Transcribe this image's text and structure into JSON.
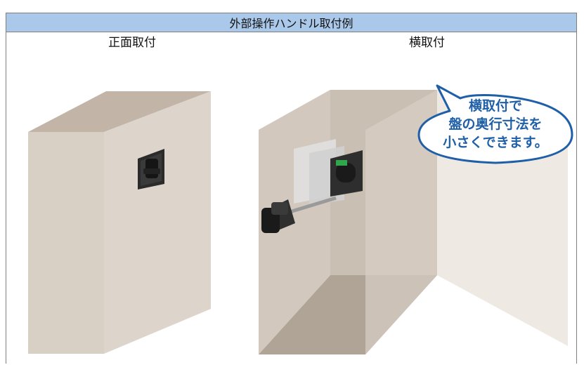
{
  "header": {
    "title": "外部操作ハンドル取付例"
  },
  "labels": {
    "front": "正面取付",
    "side": "横取付"
  },
  "callout": {
    "line1": "横取付で",
    "line2": "盤の奥行寸法を",
    "line3": "小さくできます。"
  },
  "colors": {
    "header_bg": "#aac8ea",
    "box_front": "#dcd3c9",
    "box_top": "#c2b5a7",
    "box_side": "#bcb0a2",
    "callout_border": "#1f5fa8",
    "callout_text": "#1f5fa8"
  },
  "icons": [
    "rotary-handle-icon",
    "breaker-unit-icon",
    "extension-shaft-icon"
  ]
}
